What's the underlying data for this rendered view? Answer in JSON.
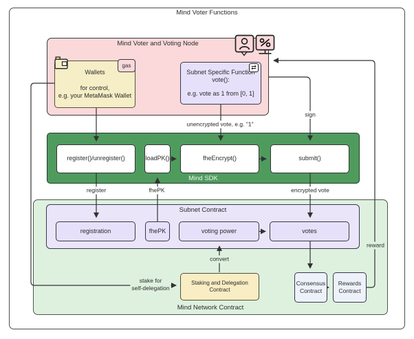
{
  "diagram_title": "Mind Voter Functions",
  "containers": {
    "voter_node_title": "Mind Voter and Voting Node",
    "sdk_title": "Mind SDK",
    "network_title": "Mind Network Contract",
    "subnet_title": "Subnet Contract"
  },
  "nodes": {
    "wallets": {
      "title": "Wallets",
      "line1": "for control,",
      "line2": "e.g. your MetaMask Wallet",
      "badge": "gas"
    },
    "vote_fn": {
      "line1": "Subnet Specific Function",
      "line2": "vote():",
      "line3": "e.g. vote as 1 from [0, 1]"
    },
    "register_fn": "register()/unregister()",
    "loadpk_fn": "loadPK()",
    "fheencrypt_fn": "fheEncrypt()",
    "submit_fn": "submit()",
    "registration": "registration",
    "fhepk": "fhePK",
    "voting_power": "voting power",
    "votes": "votes",
    "staking": "Staking and Delegation Contract",
    "consensus": {
      "line1": "Consensus",
      "line2": "Contract"
    },
    "rewards": {
      "line1": "Rewards",
      "line2": "Contract"
    }
  },
  "edge_labels": {
    "unencrypted_vote": "unencrypted vote, e.g. \"1\"",
    "sign": "sign",
    "register": "register",
    "fhepk": "fhePK",
    "encrypted_vote": "encrypted vote",
    "convert": "convert",
    "stake_line1": "stake for",
    "stake_line2": "self-delegation",
    "reward": "reward"
  },
  "icons": {
    "wallet_icon": "wallet-icon",
    "gas_badge": "gas-badge",
    "swap_icon_glyph": "⇄",
    "person_icon": "person-card-icon",
    "percent_icon": "percent-display-icon"
  },
  "colors": {
    "pink": "#fbd9da",
    "yellow": "#f6eec6",
    "lavender": "#e6e0fa",
    "sdk_green": "#4f9b5e",
    "network_green": "#def1df",
    "contract_blue": "#edf1fa",
    "line": "#333333"
  }
}
